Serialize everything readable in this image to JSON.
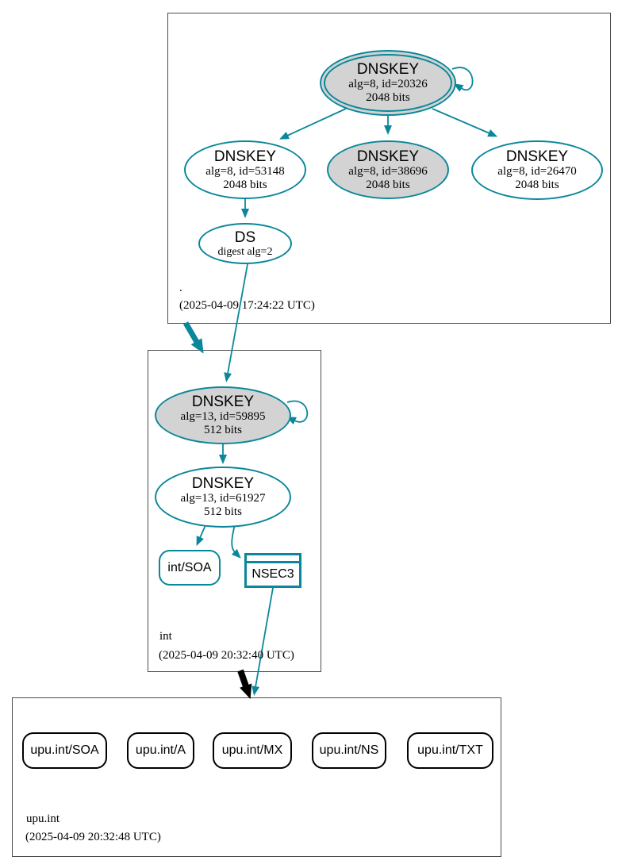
{
  "colors": {
    "secure": "#0a879a",
    "insecure": "#000000",
    "node-fill": "#d3d3d3",
    "box-border": "#4d4d4d"
  },
  "root_zone": {
    "label": ".",
    "timestamp": "(2025-04-09 17:24:22 UTC)",
    "ksk": {
      "title": "DNSKEY",
      "detail1": "alg=8, id=20326",
      "detail2": "2048 bits"
    },
    "zsk_left": {
      "title": "DNSKEY",
      "detail1": "alg=8, id=53148",
      "detail2": "2048 bits"
    },
    "zsk_mid": {
      "title": "DNSKEY",
      "detail1": "alg=8, id=38696",
      "detail2": "2048 bits"
    },
    "zsk_right": {
      "title": "DNSKEY",
      "detail1": "alg=8, id=26470",
      "detail2": "2048 bits"
    },
    "ds": {
      "title": "DS",
      "detail1": "digest alg=2"
    }
  },
  "int_zone": {
    "label": "int",
    "timestamp": "(2025-04-09 20:32:40 UTC)",
    "ksk": {
      "title": "DNSKEY",
      "detail1": "alg=13, id=59895",
      "detail2": "512 bits"
    },
    "zsk": {
      "title": "DNSKEY",
      "detail1": "alg=13, id=61927",
      "detail2": "512 bits"
    },
    "soa": {
      "label": "int/SOA"
    },
    "nsec3": {
      "label": "NSEC3"
    }
  },
  "upu_zone": {
    "label": "upu.int",
    "timestamp": "(2025-04-09 20:32:48 UTC)",
    "rrsets": [
      {
        "label": "upu.int/SOA"
      },
      {
        "label": "upu.int/A"
      },
      {
        "label": "upu.int/MX"
      },
      {
        "label": "upu.int/NS"
      },
      {
        "label": "upu.int/TXT"
      }
    ]
  }
}
